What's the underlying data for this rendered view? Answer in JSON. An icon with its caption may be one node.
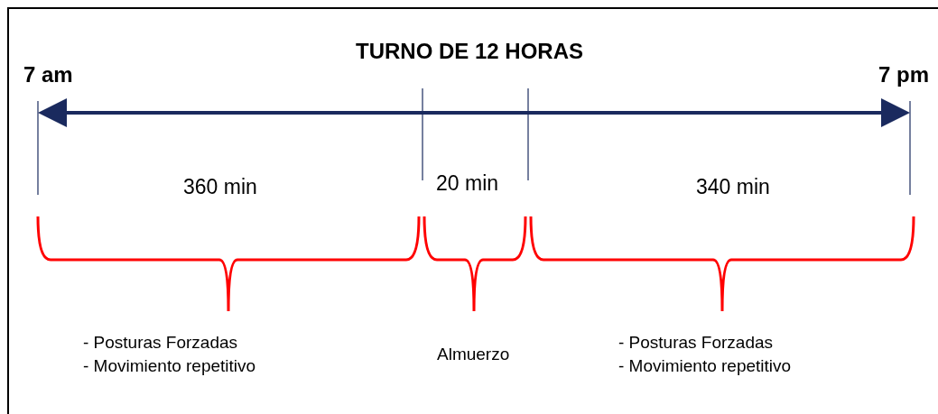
{
  "diagram": {
    "title": "TURNO DE 12 HORAS",
    "labels": [
      "7 am",
      "7 pm",
      "360 min",
      "20 min",
      "340 min",
      "- Posturas Forzadas",
      "- Movimiento repetitivo",
      "Almuerzo",
      "- Posturas Forzadas",
      "- Movimiento repetitivo"
    ]
  }
}
